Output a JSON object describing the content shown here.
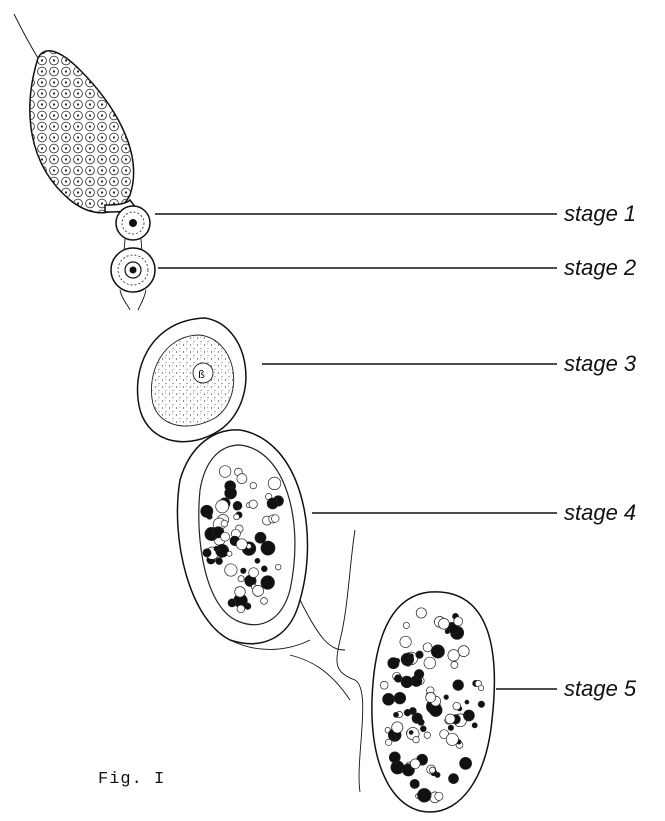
{
  "figure": {
    "caption": "Fig. I",
    "stages": [
      {
        "label": "stage 1"
      },
      {
        "label": "stage 2"
      },
      {
        "label": "stage 3"
      },
      {
        "label": "stage 4"
      },
      {
        "label": "stage 5"
      }
    ]
  }
}
